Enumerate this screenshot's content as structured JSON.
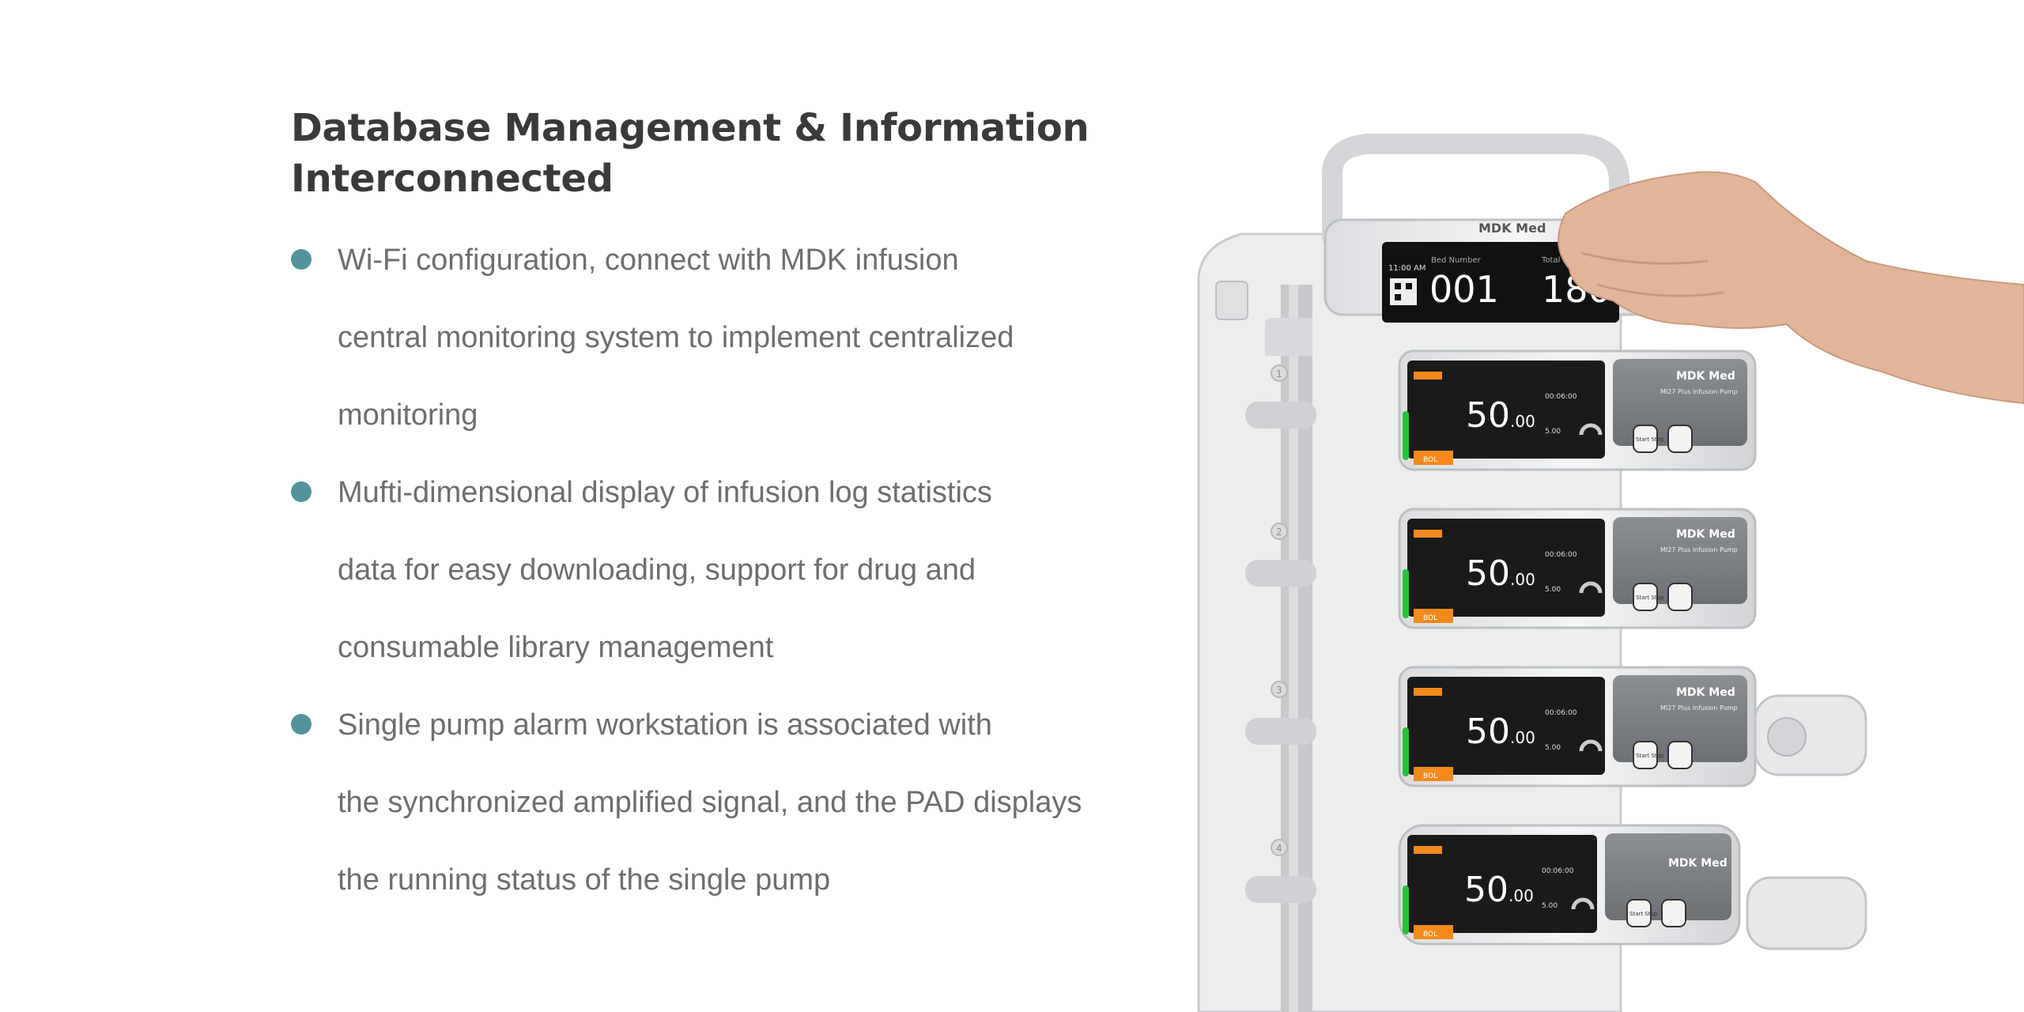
{
  "heading": {
    "line1": "Database Management & Information",
    "line2": "Interconnected"
  },
  "bullets": [
    {
      "lines": [
        "Wi-Fi configuration, connect with MDK infusion",
        "central monitoring system to implement centralized",
        "monitoring"
      ]
    },
    {
      "lines": [
        "Mufti-dimensional display of infusion log statistics",
        "data for easy downloading, support for drug and",
        "consumable library management"
      ]
    },
    {
      "lines": [
        "Single pump alarm workstation is associated with",
        "the synchronized amplified signal, and the PAD displays",
        "the running status of the single pump"
      ]
    }
  ],
  "colors": {
    "heading": "#3a3a3a",
    "body_text": "#6e6e6e",
    "bullet_dot": "#54939a",
    "pump_accent": "#f28a1d",
    "pump_status_bar": "#27c23a"
  },
  "device": {
    "brand": "MDK Med",
    "header_screen": {
      "time": "11:00 AM",
      "bed_number_label": "Bed Number",
      "bed_number": "001",
      "total_label": "Total R",
      "total_value": "1800"
    },
    "pumps": [
      {
        "slot": "1",
        "rate": "50",
        "decimals": ".00",
        "model": "MI27 Plus Infusion Pump",
        "time": "00:06:00",
        "volume": "5.00",
        "bolus": "BOL",
        "start_stop": "Start Stop"
      },
      {
        "slot": "2",
        "rate": "50",
        "decimals": ".00",
        "model": "MI27 Plus Infusion Pump",
        "time": "00:06:00",
        "volume": "5.00",
        "bolus": "BOL",
        "start_stop": "Start Stop"
      },
      {
        "slot": "3",
        "rate": "50",
        "decimals": ".00",
        "model": "MI27 Plus Infusion Pump",
        "time": "00:06:00",
        "volume": "5.00",
        "bolus": "BOL",
        "start_stop": "Start Stop"
      },
      {
        "slot": "4",
        "rate": "50",
        "decimals": ".00",
        "model": "",
        "time": "00:06:00",
        "volume": "5.00",
        "bolus": "BOL",
        "start_stop": "Start Stop"
      }
    ]
  }
}
